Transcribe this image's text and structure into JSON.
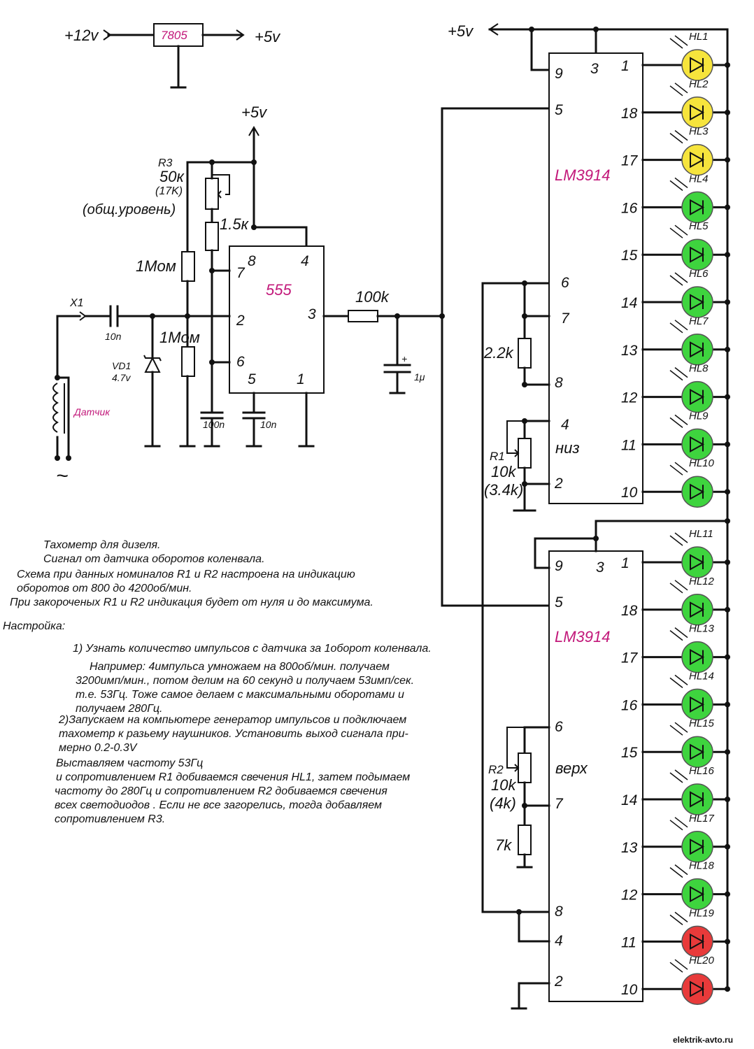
{
  "power": {
    "v12": "+12v",
    "v5": "+5v",
    "regulator": "7805"
  },
  "timer": {
    "chip": "555",
    "pins": [
      "8",
      "4",
      "7",
      "2",
      "3",
      "6",
      "5",
      "1"
    ]
  },
  "components": {
    "r3_name": "R3",
    "r3_value": "50к",
    "r3_alt": "(17K)",
    "r3_note": "(общ.уровень)",
    "r_15k": "1.5к",
    "r_1mom_a": "1Мом",
    "r_1mom_b": "1Мом",
    "connector": "X1",
    "c_10n_in": "10n",
    "vd1": "VD1",
    "vd1_v": "4.7v",
    "sensor": "Датчик",
    "ac_symbol": "~",
    "c_100n": "100n",
    "c_10n": "10n",
    "r_100k": "100k",
    "c_1u": "1μ",
    "c_plus": "+",
    "r_22k": "2.2k",
    "r1_name": "R1",
    "r1_value": "10k",
    "r1_alt": "(3.4k)",
    "niz": "низ",
    "r2_name": "R2",
    "r2_value": "10k",
    "r2_alt": "(4k)",
    "verh": "верх",
    "r_7k": "7k"
  },
  "lm_top": {
    "chip": "LM3914",
    "left_pins": [
      "9",
      "5",
      "6",
      "7",
      "8",
      "4",
      "2"
    ],
    "top_pin": "3",
    "right_pins": [
      "1",
      "18",
      "17",
      "16",
      "15",
      "14",
      "13",
      "12",
      "11",
      "10"
    ]
  },
  "lm_bottom": {
    "chip": "LM3914",
    "left_pins": [
      "9",
      "5",
      "6",
      "7",
      "8",
      "4",
      "2"
    ],
    "top_pin": "3",
    "right_pins": [
      "1",
      "18",
      "17",
      "16",
      "15",
      "14",
      "13",
      "12",
      "11",
      "10"
    ]
  },
  "leds_top": [
    {
      "name": "HL1",
      "color": "#f6e43c"
    },
    {
      "name": "HL2",
      "color": "#f6e43c"
    },
    {
      "name": "HL3",
      "color": "#f6e43c"
    },
    {
      "name": "HL4",
      "color": "#3ed43e"
    },
    {
      "name": "HL5",
      "color": "#3ed43e"
    },
    {
      "name": "HL6",
      "color": "#3ed43e"
    },
    {
      "name": "HL7",
      "color": "#3ed43e"
    },
    {
      "name": "HL8",
      "color": "#3ed43e"
    },
    {
      "name": "HL9",
      "color": "#3ed43e"
    },
    {
      "name": "HL10",
      "color": "#3ed43e"
    }
  ],
  "leds_bottom": [
    {
      "name": "HL11",
      "color": "#3ed43e"
    },
    {
      "name": "HL12",
      "color": "#3ed43e"
    },
    {
      "name": "HL13",
      "color": "#3ed43e"
    },
    {
      "name": "HL14",
      "color": "#3ed43e"
    },
    {
      "name": "HL15",
      "color": "#3ed43e"
    },
    {
      "name": "HL16",
      "color": "#3ed43e"
    },
    {
      "name": "HL17",
      "color": "#3ed43e"
    },
    {
      "name": "HL18",
      "color": "#3ed43e"
    },
    {
      "name": "HL19",
      "color": "#e83a3a"
    },
    {
      "name": "HL20",
      "color": "#e83a3a"
    }
  ],
  "notes": {
    "title": "Тахометр для дизеля.",
    "line1": "Сигнал от датчика оборотов коленвала.",
    "line2": "Схема при данных номиналов R1 и R2 настроена на индикацию",
    "line3": "оборотов от 800 до 4200об/мин.",
    "line4": "При закороченых  R1 и R2  индикация  будет  от  нуля и  до максимума.",
    "setup": "Настройка:",
    "s1": "1) Узнать количество импульсов с датчика за 1оборот коленвала.",
    "s2": "Например: 4импульса   умножаем на 800об/мин. получаем",
    "s3": "3200имп/мин., потом  делим на 60 секунд и получаем 53имп/сек.",
    "s4": "т.е. 53Гц. Тоже самое делаем с максимальными оборотами и",
    "s5": "получаем 280Гц.",
    "s6": "2)Запускаем на компьютере генератор импульсов и подключаем",
    "s7": "тахометр  к  разьему наушников. Установить выход сигнала при-",
    "s8": "мерно  0.2-0.3V",
    "s9": "Выставляем частоту 53Гц",
    "s10": "и  сопротивлением R1  добиваемся  свечения  HL1, затем подымаем",
    "s11": "частоту до 280Гц  и  сопротивлением  R2  добиваемся  свечения",
    "s12": "всех  светодиодов . Если  не  все  загорелись, тогда  добавляем",
    "s13": "сопротивлением R3."
  },
  "watermark": "elektrik-avto.ru"
}
